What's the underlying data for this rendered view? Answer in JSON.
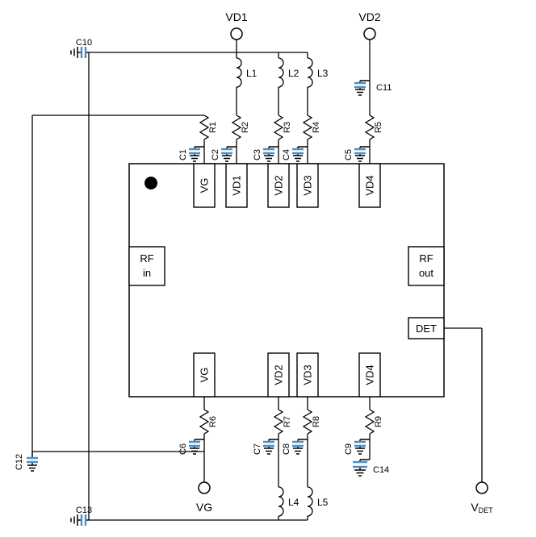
{
  "diagram_type": "application-circuit-schematic",
  "ic": {
    "pins_top": [
      "VG",
      "VD1",
      "VD2",
      "VD3",
      "VD4"
    ],
    "pins_bottom": [
      "VG",
      "VD2",
      "VD3",
      "VD4"
    ],
    "pin_rf_in": {
      "line1": "RF",
      "line2": "in"
    },
    "pin_rf_out": {
      "line1": "RF",
      "line2": "out"
    },
    "pin_det": "DET"
  },
  "terminals": {
    "vd1": "VD1",
    "vd2": "VD2",
    "vg": "VG",
    "vdet_base": "V",
    "vdet_sub": "DET"
  },
  "inductors": [
    "L1",
    "L2",
    "L3",
    "L4",
    "L5"
  ],
  "resistors": [
    "R1",
    "R2",
    "R3",
    "R4",
    "R5",
    "R6",
    "R7",
    "R8",
    "R9"
  ],
  "capacitors": [
    "C1",
    "C2",
    "C3",
    "C4",
    "C5",
    "C6",
    "C7",
    "C8",
    "C9",
    "C10",
    "C11",
    "C12",
    "C13",
    "C14"
  ],
  "colors": {
    "wire": "#000000",
    "capacitor_plate": "#4a8fc7",
    "background": "#ffffff"
  }
}
